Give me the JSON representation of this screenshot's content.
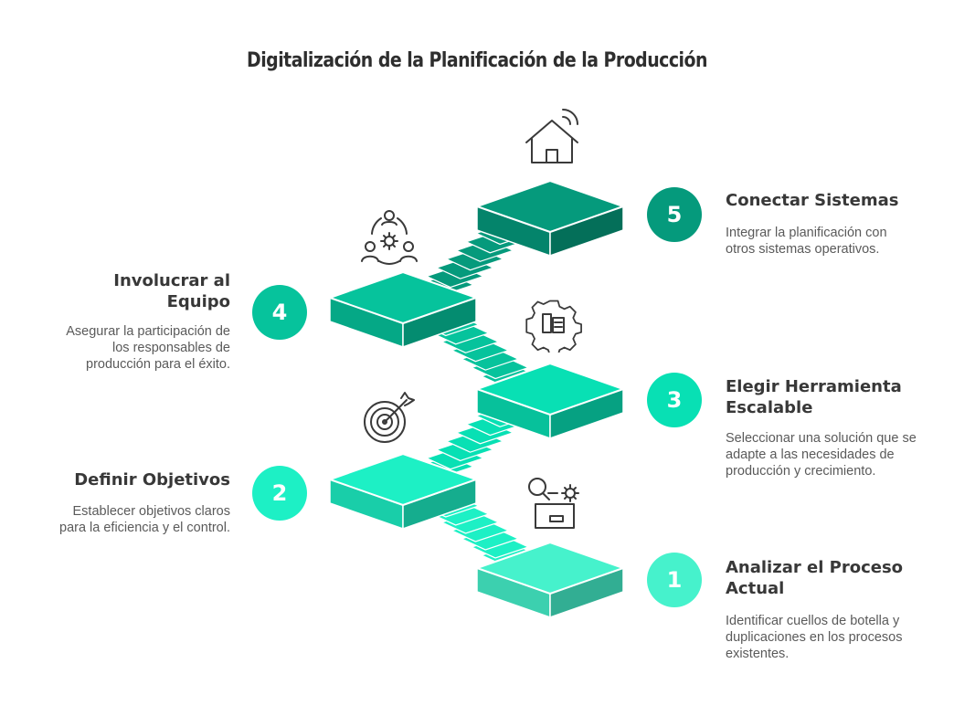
{
  "title": "Digitalización de la Planificación de la Producción",
  "steps": [
    {
      "number": "1",
      "title": "Analizar el Proceso Actual",
      "description": "Identificar cuellos de botella y duplicaciones en los procesos existentes.",
      "color": "#46f2cc",
      "icon": "search-box-gear-icon"
    },
    {
      "number": "2",
      "title": "Definir Objetivos",
      "description": "Establecer objetivos claros para la eficiencia y el control.",
      "color": "#1df0c5",
      "icon": "target-arrow-icon"
    },
    {
      "number": "3",
      "title": "Elegir Herramienta Escalable",
      "description": "Seleccionar una solución que se adapte a las necesidades de producción y crecimiento.",
      "color": "#08e0b4",
      "icon": "gear-tool-icon"
    },
    {
      "number": "4",
      "title": "Involucrar al Equipo",
      "description": "Asegurar la participación de los responsables de producción para el éxito.",
      "color": "#06c39c",
      "icon": "team-gear-icon"
    },
    {
      "number": "5",
      "title": "Conectar Sistemas",
      "description": "Integrar la planificación con otros sistemas operativos.",
      "color": "#059a7c",
      "icon": "smart-home-icon"
    }
  ]
}
